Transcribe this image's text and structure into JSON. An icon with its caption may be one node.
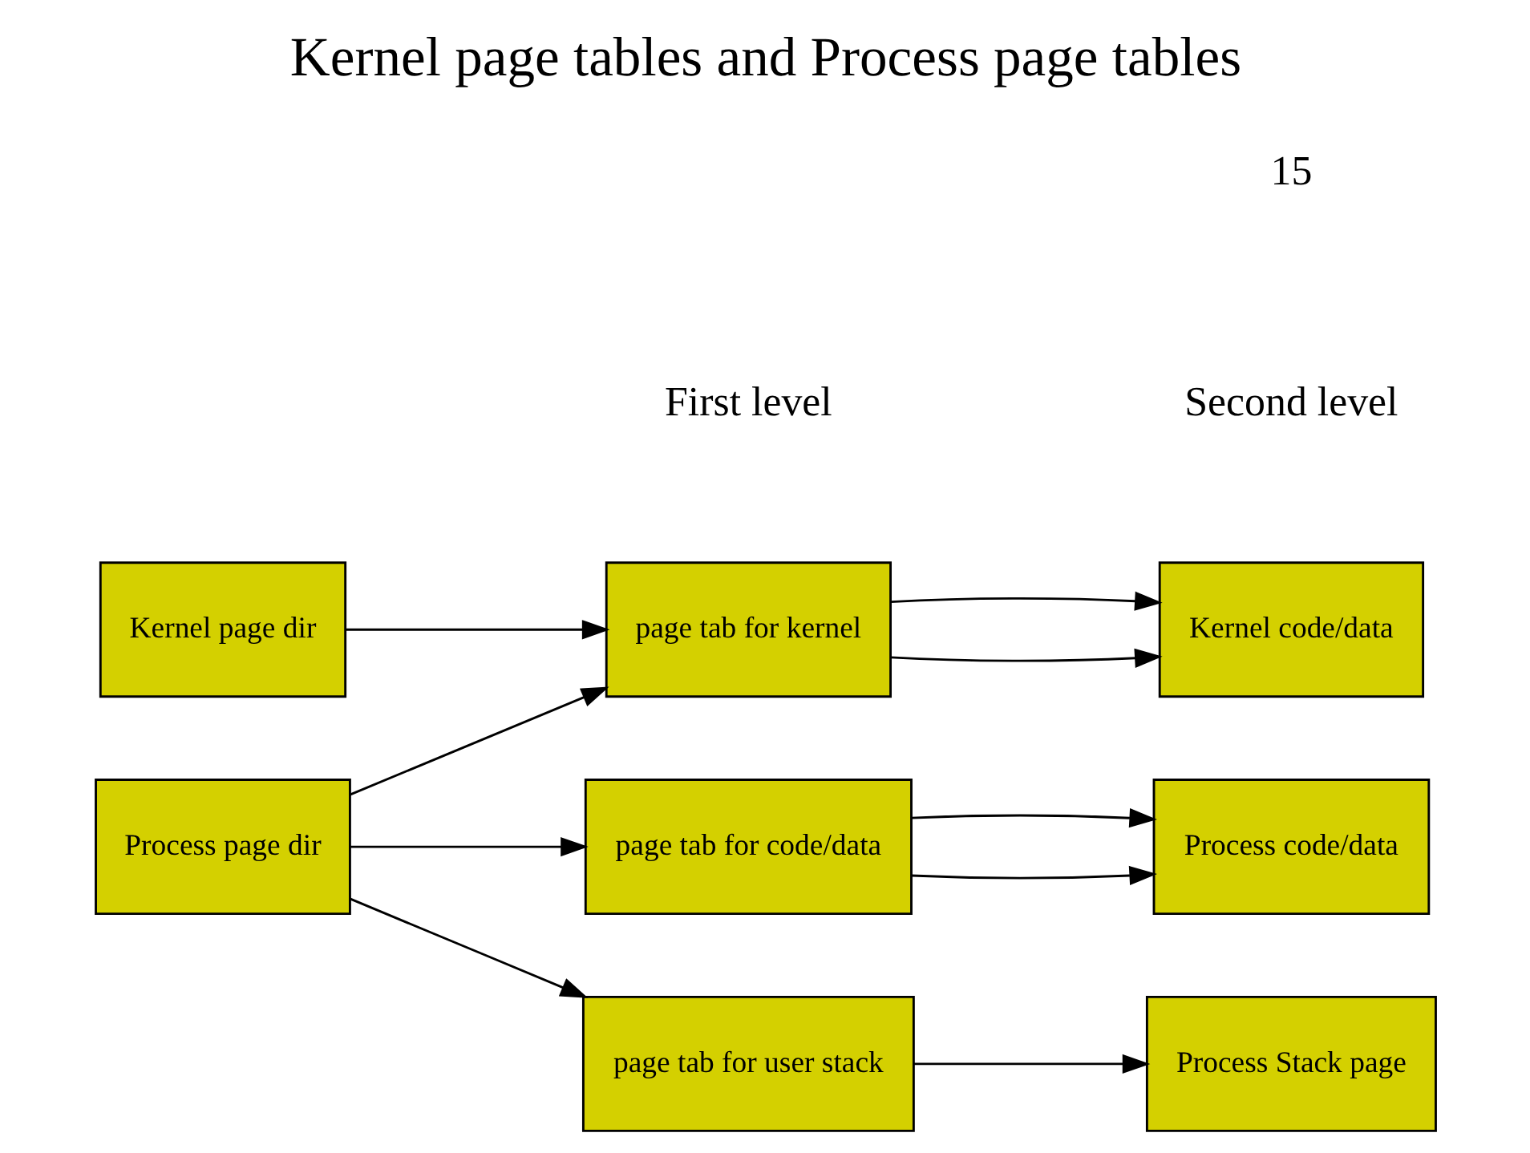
{
  "diagram": {
    "title": "Kernel page tables and Process page tables",
    "nodes": [
      {
        "text": [
          "Kernel page dir"
        ]
      },
      {
        "text": [
          "page tab for kernel"
        ]
      },
      {
        "text": [
          "Kernel code/data"
        ]
      },
      {
        "text": [
          "page tab for code/data"
        ]
      },
      {
        "text": [
          "Process code/data"
        ]
      },
      {
        "text": [
          "Process page dir"
        ]
      },
      {
        "text": [
          "page tab for user stack"
        ]
      },
      {
        "text": [
          "Process Stack page"
        ]
      }
    ],
    "edges": [
      {
        "from": 0,
        "to": 1,
        "arrow": "to"
      },
      {
        "from": 1,
        "to": 2,
        "arrow": "to"
      },
      {
        "from": 1,
        "to": 2,
        "arrow": "to"
      },
      {
        "from": 5,
        "to": 1,
        "arrow": "to"
      },
      {
        "from": 5,
        "to": 3,
        "arrow": "to"
      },
      {
        "from": 3,
        "to": 4,
        "arrow": "to"
      },
      {
        "from": 3,
        "to": 4,
        "arrow": "to"
      },
      {
        "from": 5,
        "to": 6,
        "arrow": "to"
      },
      {
        "from": 6,
        "to": 7,
        "arrow": "to"
      }
    ],
    "labels": [
      "First level",
      "Second level",
      "15"
    ]
  }
}
